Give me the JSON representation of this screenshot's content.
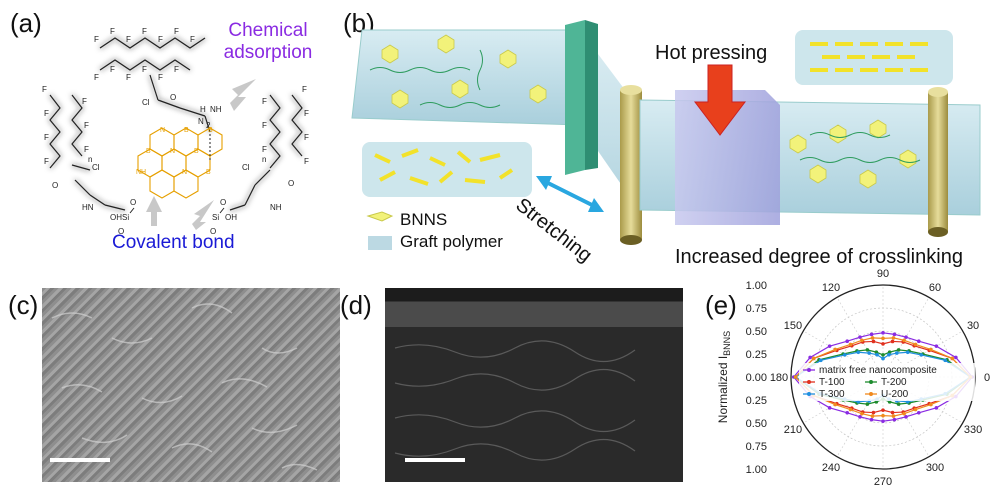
{
  "panels": {
    "a": {
      "label": "(a)",
      "chemical_adsorption": "Chemical\nadsorption",
      "covalent_bond": "Covalent bond",
      "colors": {
        "label_blue": "#1a1ad6",
        "label_purple": "#8a2be2",
        "bn_orange": "#e6a000"
      }
    },
    "b": {
      "label": "(b)",
      "hot_pressing": "Hot pressing",
      "stretching": "Stretching",
      "crosslinking": "Increased degree of crosslinking",
      "legend": [
        {
          "name": "BNNS",
          "color": "#f2f27a"
        },
        {
          "name": "Graft polymer",
          "color": "#bcd9e3"
        }
      ]
    },
    "c": {
      "label": "(c)"
    },
    "d": {
      "label": "(d)"
    },
    "e": {
      "label": "(e)"
    }
  },
  "chart_data": {
    "type": "polar-line",
    "ylabel": "Normalized I",
    "ylabel_sub": "BNNS",
    "r_ticks": [
      "1.00",
      "0.75",
      "0.50",
      "0.25",
      "0.00",
      "0.25",
      "0.50",
      "0.75",
      "1.00"
    ],
    "angle_ticks": [
      0,
      30,
      60,
      90,
      120,
      150,
      180,
      210,
      240,
      270,
      300,
      330
    ],
    "series": [
      {
        "name": "matrix free nanocomposite",
        "color": "#8a2be2",
        "angles": [
          0,
          15,
          30,
          45,
          60,
          75,
          90,
          105,
          120,
          135,
          150,
          165,
          180,
          195,
          210,
          225,
          240,
          255,
          270,
          285,
          300,
          315,
          330,
          345
        ],
        "values": [
          0.97,
          0.82,
          0.67,
          0.55,
          0.5,
          0.48,
          0.48,
          0.48,
          0.5,
          0.55,
          0.67,
          0.82,
          0.97,
          0.82,
          0.67,
          0.55,
          0.5,
          0.48,
          0.48,
          0.48,
          0.5,
          0.55,
          0.67,
          0.82
        ]
      },
      {
        "name": "T-100",
        "color": "#e0301e",
        "angles": [
          0,
          15,
          30,
          45,
          60,
          75,
          90,
          105,
          120,
          135,
          150,
          165,
          180,
          195,
          210,
          225,
          240,
          255,
          270,
          285,
          300,
          315,
          330,
          345
        ],
        "values": [
          0.95,
          0.78,
          0.58,
          0.48,
          0.44,
          0.4,
          0.36,
          0.4,
          0.44,
          0.48,
          0.58,
          0.78,
          0.95,
          0.78,
          0.58,
          0.48,
          0.44,
          0.4,
          0.36,
          0.4,
          0.44,
          0.48,
          0.58,
          0.78
        ]
      },
      {
        "name": "T-200",
        "color": "#1e8c2e",
        "angles": [
          0,
          15,
          30,
          45,
          60,
          75,
          90,
          105,
          120,
          135,
          150,
          165,
          180,
          195,
          210,
          225,
          240,
          255,
          270,
          285,
          300,
          315,
          330,
          345
        ],
        "values": [
          0.95,
          0.72,
          0.5,
          0.4,
          0.34,
          0.28,
          0.24,
          0.28,
          0.34,
          0.4,
          0.5,
          0.72,
          0.95,
          0.72,
          0.5,
          0.4,
          0.34,
          0.28,
          0.24,
          0.28,
          0.34,
          0.4,
          0.5,
          0.72
        ]
      },
      {
        "name": "T-300",
        "color": "#1f8fe0",
        "angles": [
          0,
          15,
          30,
          45,
          60,
          75,
          90,
          105,
          120,
          135,
          150,
          165,
          180,
          195,
          210,
          225,
          240,
          255,
          270,
          285,
          300,
          315,
          330,
          345
        ],
        "values": [
          0.95,
          0.7,
          0.48,
          0.38,
          0.3,
          0.25,
          0.2,
          0.25,
          0.3,
          0.38,
          0.48,
          0.7,
          0.95,
          0.7,
          0.48,
          0.38,
          0.3,
          0.25,
          0.2,
          0.25,
          0.3,
          0.38,
          0.48,
          0.7
        ]
      },
      {
        "name": "U-200",
        "color": "#f08a1e",
        "angles": [
          0,
          15,
          30,
          45,
          60,
          75,
          90,
          105,
          120,
          135,
          150,
          165,
          180,
          195,
          210,
          225,
          240,
          255,
          270,
          285,
          300,
          315,
          330,
          345
        ],
        "values": [
          0.95,
          0.78,
          0.6,
          0.5,
          0.46,
          0.44,
          0.42,
          0.44,
          0.46,
          0.5,
          0.6,
          0.78,
          0.95,
          0.78,
          0.6,
          0.5,
          0.46,
          0.44,
          0.42,
          0.44,
          0.46,
          0.5,
          0.6,
          0.78
        ]
      }
    ]
  }
}
